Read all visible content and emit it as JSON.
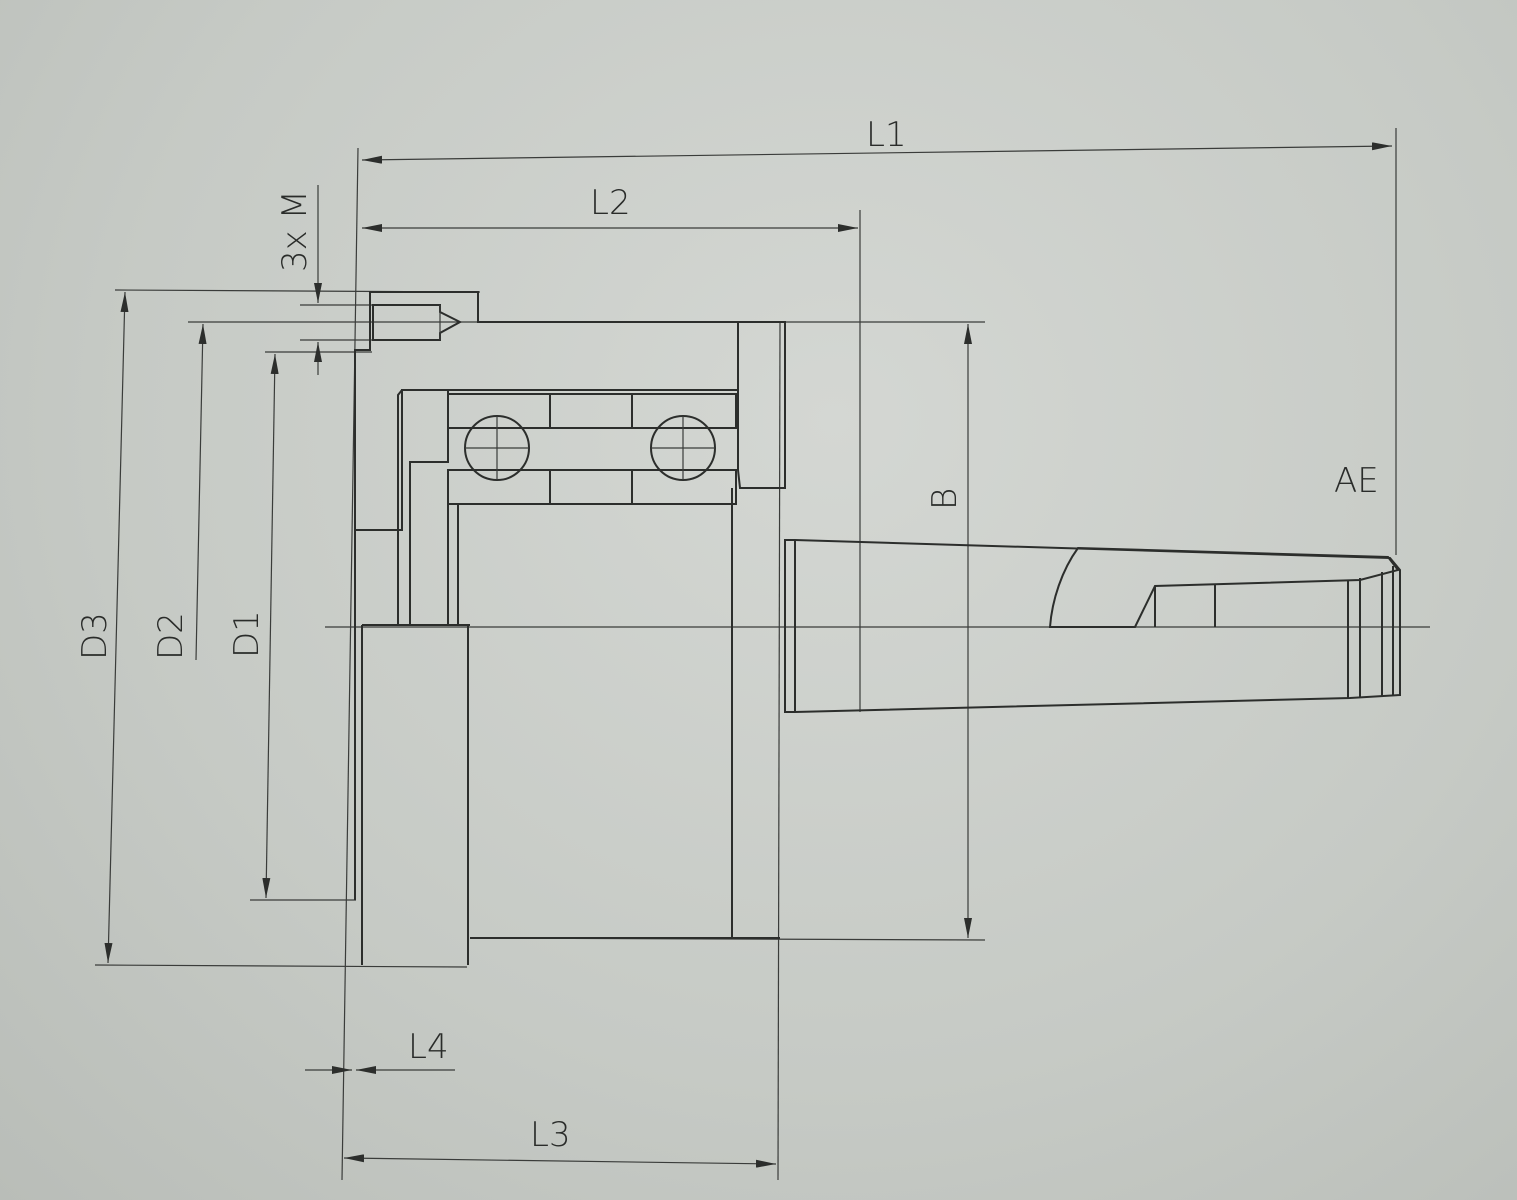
{
  "drawing": {
    "title": "Live center with bearings - dimension drawing",
    "labels": {
      "l1": "L1",
      "l2": "L2",
      "thread": "3x M",
      "d3": "D3",
      "d2": "D2",
      "d1": "D1",
      "b": "B",
      "ae": "AE",
      "l4": "L4",
      "l3": "L3"
    },
    "colors": {
      "line": "#2c2e2c",
      "paper": "#c9cdc8"
    }
  }
}
